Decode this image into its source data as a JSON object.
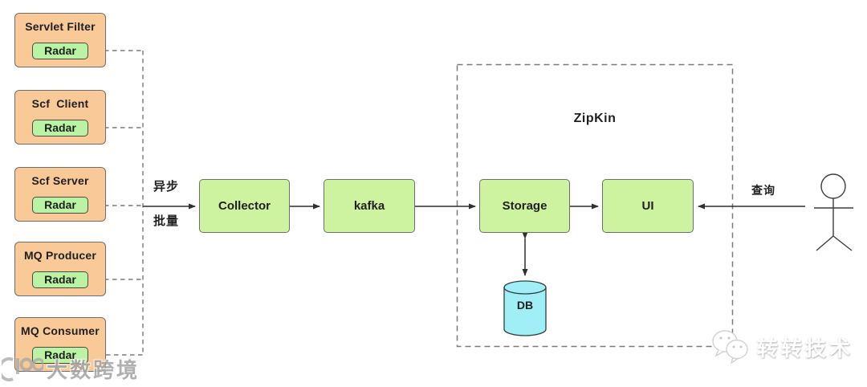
{
  "sources": [
    {
      "label": "Servlet Filter",
      "badge": "Radar"
    },
    {
      "label": "Scf  Client",
      "badge": "Radar"
    },
    {
      "label": "Scf Server",
      "badge": "Radar"
    },
    {
      "label": "MQ Producer",
      "badge": "Radar"
    },
    {
      "label": "MQ Consumer",
      "badge": "Radar"
    }
  ],
  "flow": {
    "collector": "Collector",
    "kafka": "kafka",
    "storage": "Storage",
    "ui": "UI"
  },
  "group": {
    "zipkin_label": "ZipKin"
  },
  "database": {
    "label": "DB"
  },
  "edge_labels": {
    "async": "异步",
    "batch": "批量",
    "query": "查询"
  },
  "watermarks": {
    "left_text": "大数跨境",
    "right_text": "转转技术"
  },
  "icons": {
    "left_logo": "hundred-badge-icon",
    "right_logo": "wechat-bubbles-icon",
    "actor": "stick-figure-person-icon"
  },
  "colors": {
    "source_box_fill": "#f9c997",
    "radar_badge_fill": "#b9f3a3",
    "flow_node_fill": "#cdf3a0",
    "db_fill": "#a0eef6",
    "box_border": "#6e6e6e",
    "line": "#2f2f2f",
    "dashed_line": "#7a7a7a"
  }
}
